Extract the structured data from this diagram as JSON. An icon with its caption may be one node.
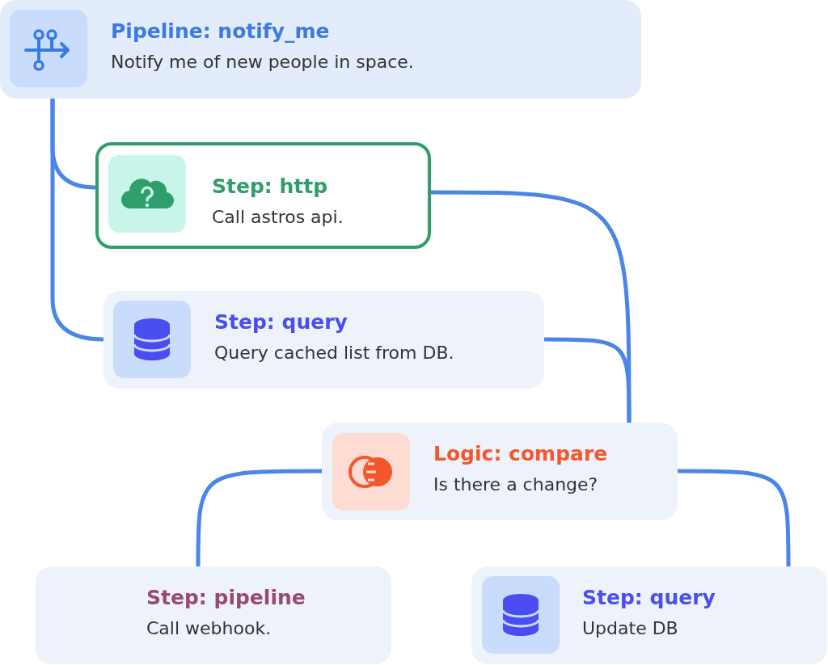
{
  "diagram": {
    "nodes": [
      {
        "text": [
          "Pipeline: notify_me",
          "Notify me of new people in space."
        ]
      },
      {
        "text": [
          "Step: http",
          "Call astros api."
        ]
      },
      {
        "text": [
          "Step: query",
          "Query cached list from DB."
        ]
      },
      {
        "text": [
          "Logic: compare",
          "Is there a change?"
        ]
      },
      {
        "text": [
          "Step: pipeline",
          "Call webhook."
        ]
      },
      {
        "text": [
          "Step: query",
          "Update DB"
        ]
      }
    ],
    "edges": [
      {
        "from": 0,
        "to": 1,
        "arrow": "none"
      },
      {
        "from": 0,
        "to": 2,
        "arrow": "none"
      },
      {
        "from": 1,
        "to": 3,
        "arrow": "none"
      },
      {
        "from": 2,
        "to": 3,
        "arrow": "none"
      },
      {
        "from": 3,
        "to": 4,
        "arrow": "none"
      },
      {
        "from": 3,
        "to": 5,
        "arrow": "none"
      }
    ]
  }
}
